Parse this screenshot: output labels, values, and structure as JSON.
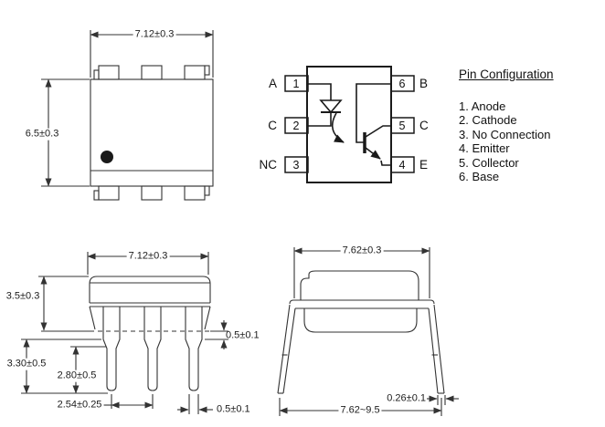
{
  "top_view": {
    "width_dim": "7.12±0.3",
    "height_dim": "6.5±0.3"
  },
  "schematic": {
    "pins_left": [
      {
        "number": "1",
        "label": "A"
      },
      {
        "number": "2",
        "label": "C"
      },
      {
        "number": "3",
        "label": "NC"
      }
    ],
    "pins_right": [
      {
        "number": "6",
        "label": "B"
      },
      {
        "number": "5",
        "label": "C"
      },
      {
        "number": "4",
        "label": "E"
      }
    ]
  },
  "pin_configuration": {
    "title": "Pin Configuration",
    "items": [
      "1. Anode",
      "2. Cathode",
      "3. No Connection",
      "4. Emitter",
      "5. Collector",
      "6. Base"
    ]
  },
  "front_view": {
    "width_dim": "7.12±0.3",
    "body_height_dim": "3.5±0.3",
    "standoff_dim": "0.5±0.1",
    "lead_length_dim": "3.30±0.5",
    "lead_inner_length_dim": "2.80±0.5",
    "pitch_dim": "2.54±0.25",
    "lead_width_dim": "0.5±0.1"
  },
  "side_view": {
    "width_dim": "7.62±0.3",
    "lead_thickness_dim": "0.26±0.1",
    "lead_span_dim": "7.62~9.5"
  },
  "colors": {
    "line": "#333333",
    "schematic_line": "#1a1a1a",
    "text": "#1c1c1c",
    "background": "#ffffff"
  }
}
